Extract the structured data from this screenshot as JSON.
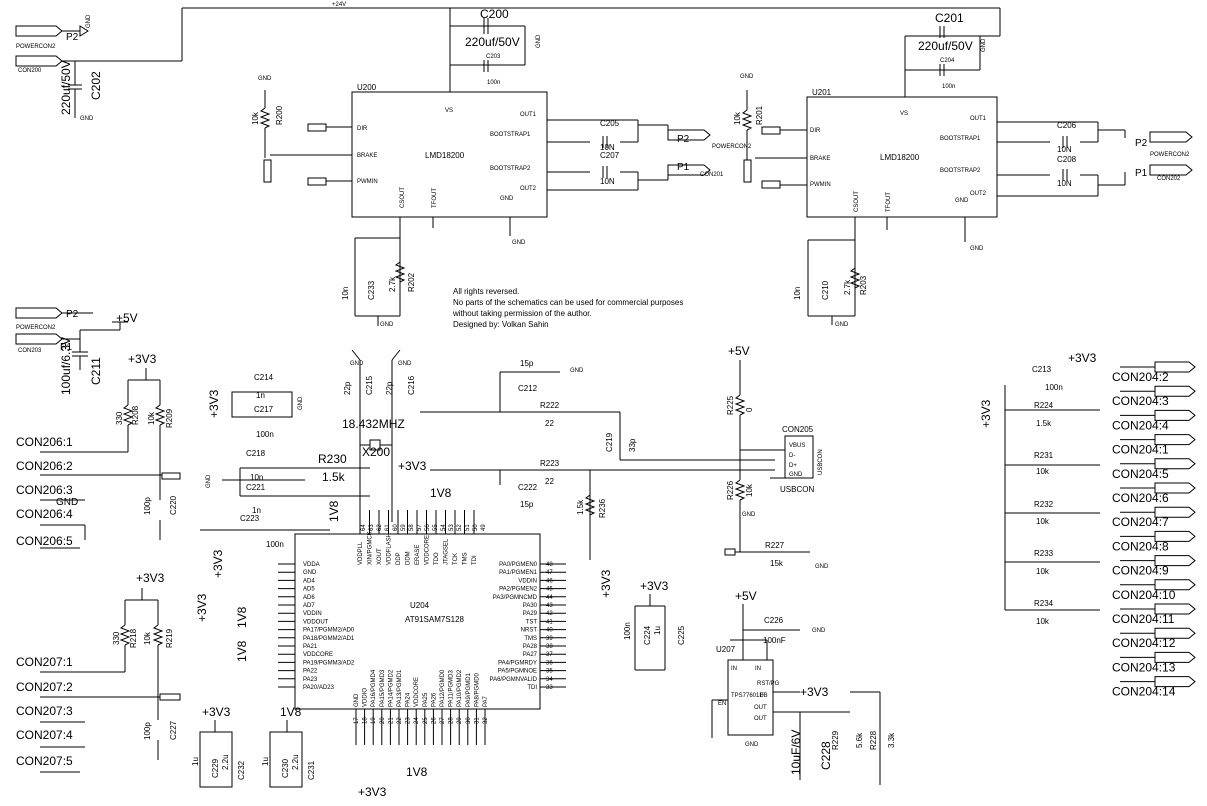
{
  "net_24v": "+24V",
  "chips": {
    "u200": {
      "ref": "U200",
      "part": "LMD18200",
      "pins": {
        "dir": "DIR",
        "brake": "BRAKE",
        "pwmin": "PWMIN",
        "vs": "VS",
        "out1": "OUT1",
        "out2": "OUT2",
        "bs1": "BOOTSTRAP1",
        "bs2": "BOOTSTRAP2",
        "gnd": "GND",
        "csout": "CSOUT",
        "tfout": "TFOUT"
      }
    },
    "u201": {
      "ref": "U201",
      "part": "LMD18200",
      "pins": {
        "dir": "DIR",
        "brake": "BRAKE",
        "pwmin": "PWMIN",
        "vs": "VS",
        "out1": "OUT1",
        "out2": "OUT2",
        "bs1": "BOOTSTRAP1",
        "bs2": "BOOTSTRAP2",
        "gnd": "GND",
        "csout": "CSOUT",
        "tfout": "TFOUT"
      }
    },
    "u204": {
      "ref": "U204",
      "part": "AT91SAM7S128",
      "left_pins": [
        "VDDA",
        "GND",
        "AD4",
        "AD5",
        "AD6",
        "AD7",
        "VDDIN",
        "VDDOUT",
        "PA17/PGMM2/AD0",
        "PA18/PGMM2/AD1",
        "PA21",
        "VDDCORE",
        "PA19/PGMM3/AD2",
        "PA22",
        "PA23",
        "PA20/AD23"
      ],
      "right_pins": [
        "PA0/PGMEN0",
        "PA1/PGMEN1",
        "VDDIN",
        "PA2/PGMEN2",
        "PA3/PGMNCMD",
        "PA30",
        "PA29",
        "TST",
        "NRST",
        "TMS",
        "PA28",
        "PA27",
        "PA4/PGMRDY",
        "PA5/PGMNOE",
        "PA6/PGMNVALID",
        "TDI"
      ],
      "right_nums": [
        "48",
        "47",
        "46",
        "45",
        "44",
        "43",
        "42",
        "41",
        "40",
        "39",
        "38",
        "37",
        "36",
        "35",
        "34",
        "33"
      ],
      "top_pins": [
        "VDDPLL",
        "XIN/PGMCK",
        "XOUT",
        "VDDFLASH",
        "DDP",
        "DDM",
        "ERASE",
        "VDDCORE",
        "TDO",
        "JTAGSEL",
        "TCK",
        "TMS",
        "TDI"
      ],
      "top_nums": [
        "64",
        "63",
        "62",
        "61",
        "60",
        "59",
        "58",
        "57",
        "56",
        "55",
        "54",
        "53",
        "52",
        "51",
        "50",
        "49"
      ],
      "bottom_pins": [
        "GND",
        "VDDIO",
        "PA16/PGMD4",
        "PA15/PGMD3",
        "PA14/PGMD2",
        "PA13/PGMD1",
        "PA24",
        "VDDCORE",
        "PA25",
        "PA26",
        "PA12/PGMD0",
        "PA11/PGMD3",
        "PA10/PGMD2",
        "PA9/PGMD1",
        "PA8/PGMD0",
        "PA7"
      ],
      "bottom_nums": [
        "17",
        "18",
        "19",
        "20",
        "21",
        "22",
        "23",
        "24",
        "25",
        "26",
        "27",
        "28",
        "29",
        "30",
        "31",
        "32"
      ]
    },
    "u207": {
      "ref": "U207",
      "part": "TPS77601D",
      "pins": {
        "in1": "IN",
        "in2": "IN",
        "en": "EN",
        "gnd": "GND",
        "rst": "RST/PG",
        "fb": "FB",
        "out1": "OUT",
        "out2": "OUT"
      }
    }
  },
  "caps": {
    "c200": {
      "ref": "C200",
      "val": "220uf/50V"
    },
    "c203": {
      "ref": "C203",
      "val": "100n"
    },
    "c201": {
      "ref": "C201",
      "val": "220uf/50V"
    },
    "c204": {
      "ref": "C204",
      "val": "100n"
    },
    "c202": {
      "ref": "C202",
      "val": "220uf/50V"
    },
    "c205": {
      "ref": "C205",
      "val": "10N"
    },
    "c207": {
      "ref": "C207",
      "val": "10N"
    },
    "c206": {
      "ref": "C206",
      "val": "10N"
    },
    "c208": {
      "ref": "C208",
      "val": "10N"
    },
    "c233": {
      "ref": "C233",
      "val": "10n"
    },
    "c210": {
      "ref": "C210",
      "val": "10n"
    },
    "c211": {
      "ref": "C211",
      "val": "100uf/6.3V"
    },
    "c212": {
      "ref": "C212",
      "val": "15p"
    },
    "c213": {
      "ref": "C213",
      "val": "100n"
    },
    "c214": {
      "ref": "C214",
      "val": "1n"
    },
    "c217": {
      "ref": "C217",
      "val": "100n"
    },
    "c215": {
      "ref": "C215",
      "val": "22p"
    },
    "c216": {
      "ref": "C216",
      "val": "22p"
    },
    "c218": {
      "ref": "C218",
      "val": "10n"
    },
    "c221": {
      "ref": "C221",
      "val": "1n"
    },
    "c222": {
      "ref": "C222",
      "val": "15p"
    },
    "c223": {
      "ref": "C223",
      "val": "100n"
    },
    "c219": {
      "ref": "C219",
      "val": "33p"
    },
    "c220": {
      "ref": "C220",
      "val": "100p"
    },
    "c227": {
      "ref": "C227",
      "val": "100p"
    },
    "c224": {
      "ref": "C224",
      "val": "1u"
    },
    "c225": {
      "ref": "C225",
      "val": "100n"
    },
    "c226": {
      "ref": "C226",
      "val": "100nF"
    },
    "c228": {
      "ref": "C228",
      "val": "10uF/6V"
    },
    "c229": {
      "ref": "C229",
      "val": "2.2u"
    },
    "c232": {
      "ref": "C232",
      "val": "1u"
    },
    "c230": {
      "ref": "C230",
      "val": "2.2u"
    },
    "c231": {
      "ref": "C231",
      "val": "1u"
    }
  },
  "resistors": {
    "r200": {
      "ref": "R200",
      "val": "10k"
    },
    "r201": {
      "ref": "R201",
      "val": "10k"
    },
    "r202": {
      "ref": "R202",
      "val": "2.7k"
    },
    "r203": {
      "ref": "R203",
      "val": "2.7k"
    },
    "r208": {
      "ref": "R208",
      "val": "330"
    },
    "r209": {
      "ref": "R209",
      "val": "10k"
    },
    "r218": {
      "ref": "R218",
      "val": "330"
    },
    "r219": {
      "ref": "R219",
      "val": "10k"
    },
    "r222": {
      "ref": "R222",
      "val": "22"
    },
    "r223": {
      "ref": "R223",
      "val": "22"
    },
    "r224": {
      "ref": "R224",
      "val": "1.5k"
    },
    "r225": {
      "ref": "R225",
      "val": "0"
    },
    "r226": {
      "ref": "R226",
      "val": "10k"
    },
    "r227": {
      "ref": "R227",
      "val": "15k"
    },
    "r228": {
      "ref": "R228",
      "val": "3.3k"
    },
    "r229": {
      "ref": "R229",
      "val": "5.6k"
    },
    "r230": {
      "ref": "R230",
      "val": "1.5k"
    },
    "r231": {
      "ref": "R231",
      "val": "10k"
    },
    "r232": {
      "ref": "R232",
      "val": "10k"
    },
    "r233": {
      "ref": "R233",
      "val": "10k"
    },
    "r234": {
      "ref": "R234",
      "val": "10k"
    },
    "r236": {
      "ref": "R236",
      "val": "1.5k"
    }
  },
  "crystal": {
    "ref": "X200",
    "val": "18.432MHZ"
  },
  "usb": {
    "ref": "CON205",
    "name": "USBCON",
    "pins": [
      "VBUS",
      "D-",
      "D+",
      "GND"
    ]
  },
  "rails": {
    "p5v": "+5V",
    "p3v3": "+3V3",
    "v1v8": "1V8",
    "gnd": "GND"
  },
  "ports": {
    "p1": "P1",
    "p2": "P2",
    "powercon2": "POWERCON2",
    "con200": "CON200",
    "con201": "CON201",
    "con202": "CON202",
    "con203": "CON203"
  },
  "con206": [
    "CON206:1",
    "CON206:2",
    "CON206:3",
    "CON206:4",
    "CON206:5"
  ],
  "con207": [
    "CON207:1",
    "CON207:2",
    "CON207:3",
    "CON207:4",
    "CON207:5"
  ],
  "con204": [
    "CON204:2",
    "CON204:3",
    "CON204:4",
    "CON204:1",
    "CON204:5",
    "CON204:6",
    "CON204:7",
    "CON204:8",
    "CON204:9",
    "CON204:10",
    "CON204:11",
    "CON204:12",
    "CON204:13",
    "CON204:14"
  ],
  "note": {
    "line1": "All rights reversed.",
    "line2": "No parts of the schematics can be used for commercial purposes",
    "line3": "without taking permission of the author.",
    "line4": "Designed by: Volkan Sahin"
  }
}
